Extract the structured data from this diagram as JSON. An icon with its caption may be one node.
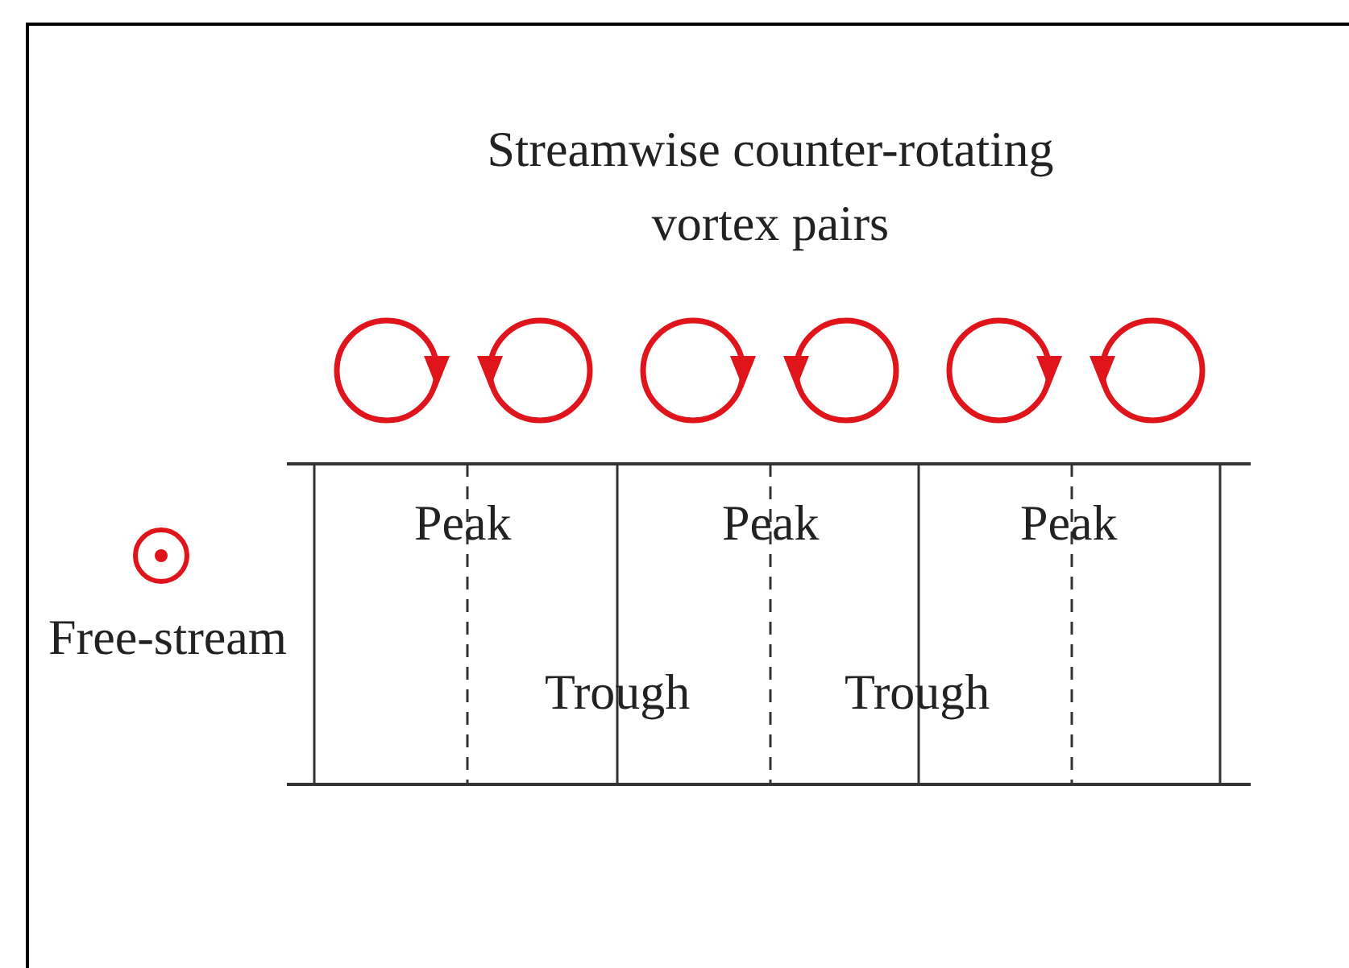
{
  "diagram": {
    "labels": [
      "Streamwise counter-rotating vortex pairs",
      "Peak",
      "Peak",
      "Peak",
      "Free-stream",
      "Trough",
      "Trough"
    ]
  }
}
